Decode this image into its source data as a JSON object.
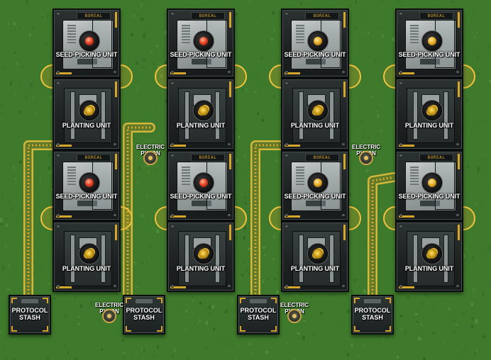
{
  "scene": {
    "view": "top-down factory layout on grass",
    "colors": {
      "grass": "#3f7a2c",
      "pipe_fill": "#d9a826",
      "pipe_outline": "#f0c23e",
      "machine_body": "#1e2222",
      "accent": "#d5a62c"
    }
  },
  "columns": [
    {
      "units": [
        {
          "type": "seed",
          "label": "SEED-PICKING UNIT",
          "plate": "BOREAL",
          "core": "red"
        },
        {
          "type": "plant",
          "label": "PLANTING UNIT"
        },
        {
          "type": "seed",
          "label": "SEED-PICKING UNIT",
          "plate": "BOREAL",
          "core": "red"
        },
        {
          "type": "plant",
          "label": "PLANTING UNIT"
        }
      ]
    },
    {
      "units": [
        {
          "type": "seed",
          "label": "SEED-PICKING UNIT",
          "plate": "BOREAL",
          "core": "red"
        },
        {
          "type": "plant",
          "label": "PLANTING UNIT"
        },
        {
          "type": "seed",
          "label": "SEED-PICKING UNIT",
          "plate": "BOREAL",
          "core": "red"
        },
        {
          "type": "plant",
          "label": "PLANTING UNIT"
        }
      ]
    },
    {
      "units": [
        {
          "type": "seed",
          "label": "SEED-PICKING UNIT",
          "plate": "BOREAL",
          "core": "gold"
        },
        {
          "type": "plant",
          "label": "PLANTING UNIT"
        },
        {
          "type": "seed",
          "label": "SEED-PICKING UNIT",
          "plate": "BOREAL",
          "core": "gold"
        },
        {
          "type": "plant",
          "label": "PLANTING UNIT"
        }
      ]
    },
    {
      "units": [
        {
          "type": "seed",
          "label": "SEED-PICKING UNIT",
          "plate": "BOREAL",
          "core": "gold"
        },
        {
          "type": "plant",
          "label": "PLANTING UNIT"
        },
        {
          "type": "seed",
          "label": "SEED-PICKING UNIT",
          "plate": "BOREAL",
          "core": "gold"
        },
        {
          "type": "plant",
          "label": "PLANTING UNIT"
        }
      ]
    }
  ],
  "stashes": [
    {
      "label": "PROTOCOL\nSTASH"
    },
    {
      "label": "PROTOCOL\nSTASH"
    },
    {
      "label": "PROTOCOL\nSTASH"
    },
    {
      "label": "PROTOCOL\nSTASH"
    }
  ],
  "pylons": [
    {
      "label": "ELECTRIC\nPYLON"
    },
    {
      "label": "ELECTRIC\nPYLON"
    },
    {
      "label": "ELECTRIC\nPYLON"
    },
    {
      "label": "ELECTRIC\nPYLON"
    }
  ]
}
